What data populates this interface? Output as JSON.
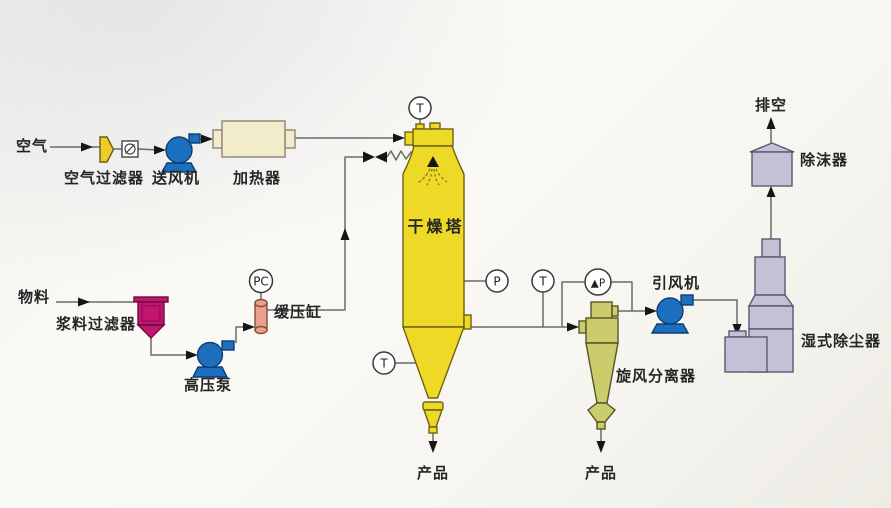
{
  "diagram": {
    "type": "spray-drying-process-flow",
    "labels": {
      "air": "空气",
      "air_filter": "空气过滤器",
      "blower_fan": "送风机",
      "heater": "加热器",
      "drying_tower": "干燥塔",
      "material": "物料",
      "slurry_filter": "浆料过滤器",
      "high_pressure_pump": "高压泵",
      "buffer_cylinder": "缓压缸",
      "product_tower": "产品",
      "product_cyclone": "产品",
      "cyclone_separator": "旋风分离器",
      "induced_draft_fan": "引风机",
      "wet_dust_collector": "湿式除尘器",
      "demister": "除沫器",
      "vent": "排空"
    },
    "instruments": {
      "tower_inlet_temp": "T",
      "feed_pressure_controller": "PC",
      "tower_cone_temp": "T",
      "tower_pressure": "P",
      "outlet_temp": "T",
      "cyclone_diff_pressure": "▲P"
    },
    "colors": {
      "tower": "#eed927",
      "cyclone": "#cbcd6d",
      "pump": "#1d6fbe",
      "pump_stroke": "#0d3e74",
      "slurry_filter": "#c2156e",
      "buffer_cylinder": "#e7a18d",
      "heater": "#f3ecca",
      "air_filter": "#eecb2a",
      "collector": "#c2c1d6",
      "line": "#6a6a6a"
    }
  }
}
